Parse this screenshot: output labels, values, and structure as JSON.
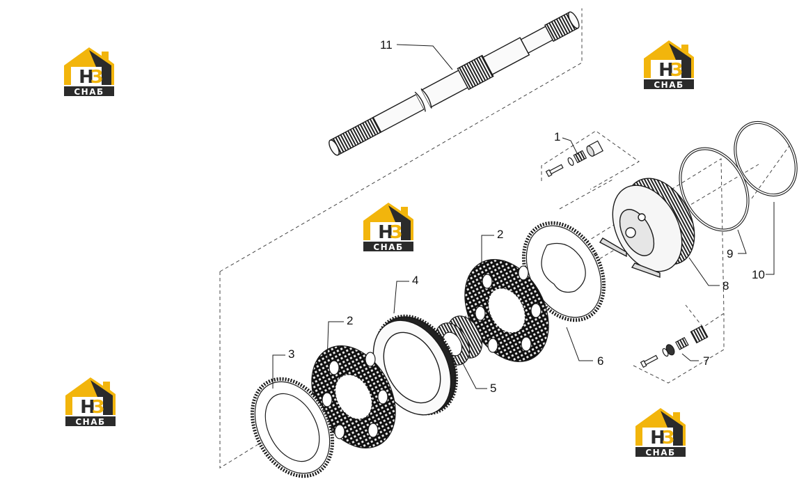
{
  "diagram": {
    "type": "exploded-parts-diagram",
    "callouts": [
      {
        "id": "label-11",
        "text": "11"
      },
      {
        "id": "label-1",
        "text": "1"
      },
      {
        "id": "label-2a",
        "text": "2"
      },
      {
        "id": "label-2b",
        "text": "2"
      },
      {
        "id": "label-3",
        "text": "3"
      },
      {
        "id": "label-4",
        "text": "4"
      },
      {
        "id": "label-5",
        "text": "5"
      },
      {
        "id": "label-6",
        "text": "6"
      },
      {
        "id": "label-7",
        "text": "7"
      },
      {
        "id": "label-8",
        "text": "8"
      },
      {
        "id": "label-9",
        "text": "9"
      },
      {
        "id": "label-10",
        "text": "10"
      }
    ]
  },
  "watermark": {
    "brand_top": "НЗ",
    "brand_bottom": "СНАБ",
    "colors": {
      "yellow": "#f2b50c",
      "dark": "#2b2b2b",
      "white": "#ffffff"
    }
  },
  "colors": {
    "line": "#1a1a1a",
    "dash": "#444444",
    "fill_light": "#f4f4f4",
    "fill_dark": "#222222"
  }
}
